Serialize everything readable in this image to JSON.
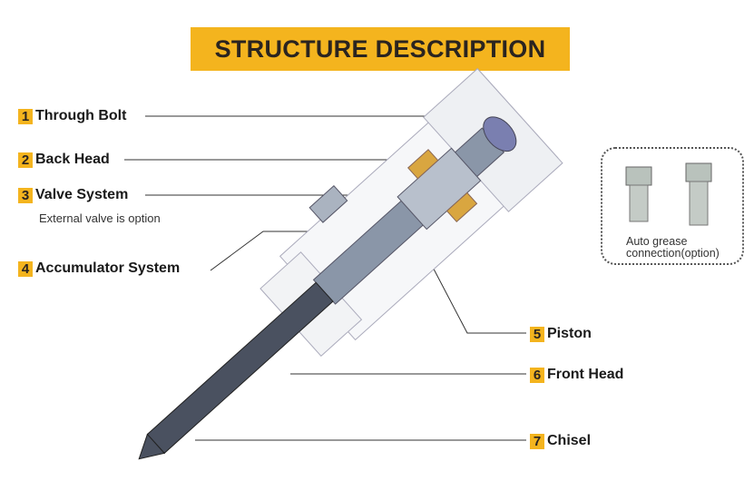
{
  "title": "STRUCTURE DESCRIPTION",
  "parts": [
    {
      "num": "1",
      "label": "Through Bolt"
    },
    {
      "num": "2",
      "label": "Back Head"
    },
    {
      "num": "3",
      "label": "Valve System",
      "note": "External valve is option"
    },
    {
      "num": "4",
      "label": "Accumulator System"
    },
    {
      "num": "5",
      "label": "Piston"
    },
    {
      "num": "6",
      "label": "Front Head"
    },
    {
      "num": "7",
      "label": "Chisel"
    }
  ],
  "grease_box": {
    "line1": "Auto grease",
    "line2": "connection(option)"
  },
  "colors": {
    "accent": "#f4b41e",
    "text": "#1a1a1a"
  }
}
